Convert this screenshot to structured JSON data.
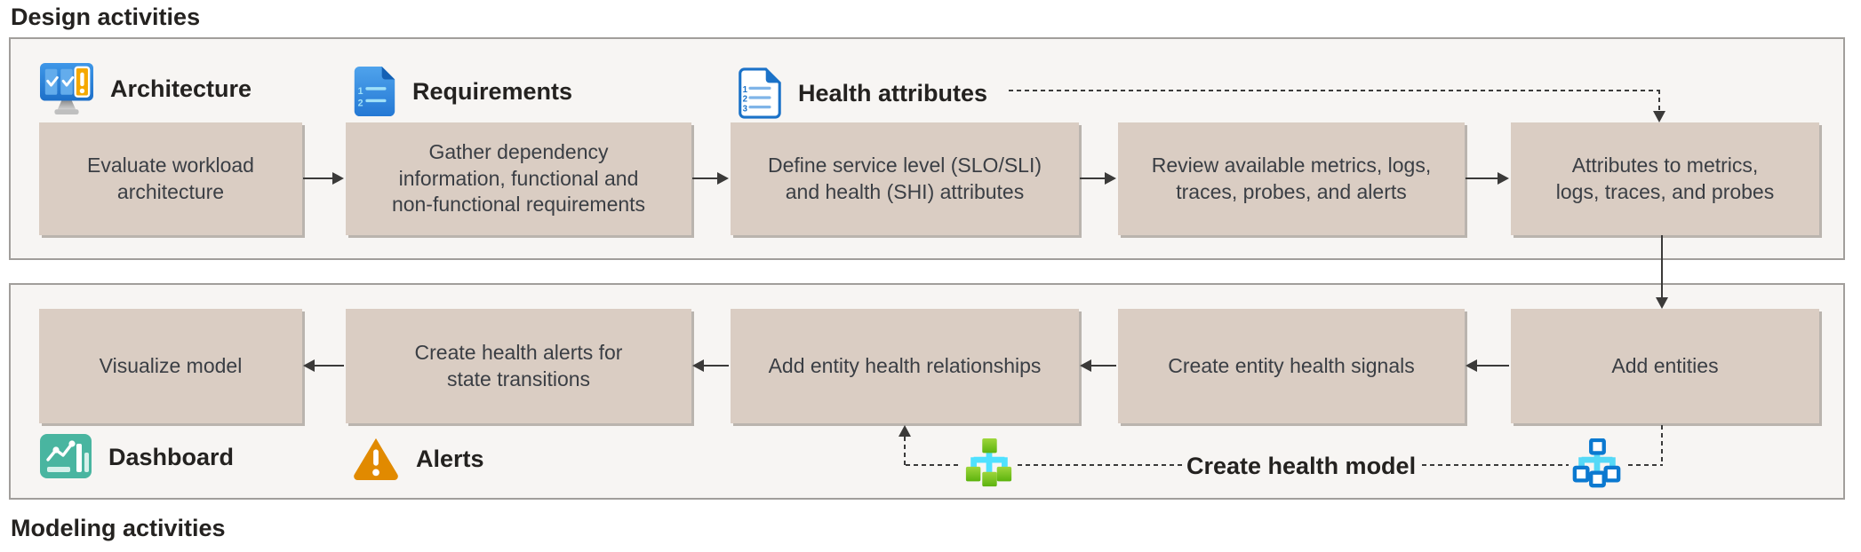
{
  "headings": {
    "design": "Design activities",
    "modeling": "Modeling activities"
  },
  "design": {
    "legends": [
      {
        "icon": "monitor-checklist-icon",
        "label": "Architecture"
      },
      {
        "icon": "document-numbered-icon",
        "label": "Requirements"
      },
      {
        "icon": "document-checklist-icon",
        "label": "Health attributes"
      }
    ],
    "steps": [
      "Evaluate workload architecture",
      "Gather dependency information, functional and non-functional requirements",
      "Define service level (SLO/SLI) and health (SHI) attributes",
      "Review available metrics, logs, traces, probes, and alerts",
      "Attributes to metrics, logs, traces, and probes"
    ]
  },
  "modeling": {
    "steps": [
      "Visualize model",
      "Create health alerts for state transitions",
      "Add entity health relationships",
      "Create entity health signals",
      "Add entities"
    ],
    "legends": [
      {
        "icon": "dashboard-icon",
        "label": "Dashboard"
      },
      {
        "icon": "alert-triangle-icon",
        "label": "Alerts"
      }
    ],
    "annotation": {
      "label": "Create health model",
      "icons": [
        "entity-tree-green-icon",
        "entity-tree-blue-icon"
      ]
    }
  },
  "colors": {
    "box_fill": "#DACDC3",
    "box_text": "#3A3E44",
    "panel_fill": "#F7F5F3",
    "panel_border": "#A19E9B",
    "arrow": "#3B3A39",
    "heading_text": "#242220",
    "accent_blue": "#1B72C8",
    "accent_orange": "#E18A00",
    "accent_teal": "#49B5A0",
    "accent_green": "#6FBE27",
    "accent_cyan": "#4FE1FF"
  }
}
